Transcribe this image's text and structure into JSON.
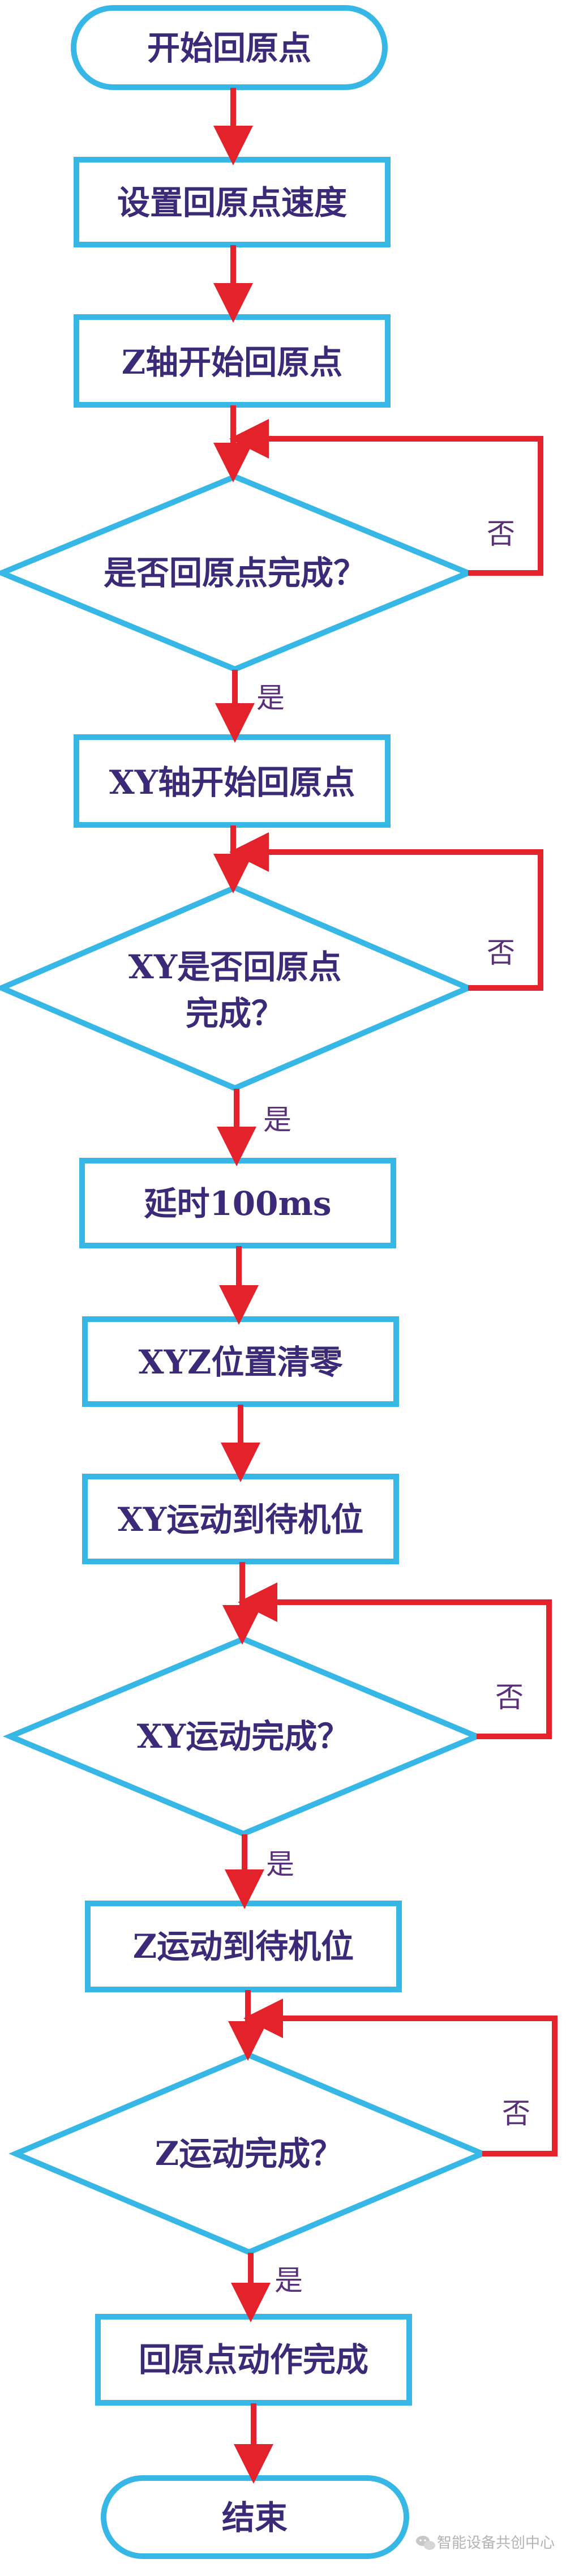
{
  "colors": {
    "box_fill": "#ffffff",
    "box_stroke": "#36b7e6",
    "arrow": "#e3222b",
    "text": "#3a2a78"
  },
  "nodes": {
    "start": "开始回原点",
    "set_speed": "设置回原点速度",
    "z_home": "Z轴开始回原点",
    "q_home_done": "是否回原点完成？",
    "xy_home": "XY轴开始回原点",
    "q_xy_home_done_line1": "XY是否回原点",
    "q_xy_home_done_line2": "完成？",
    "delay": "延时100ms",
    "xyz_zero": "XYZ位置清零",
    "xy_move": "XY运动到待机位",
    "q_xy_move_done": "XY运动完成？",
    "z_move": "Z运动到待机位",
    "q_z_move_done": "Z运动完成？",
    "finish_action": "回原点动作完成",
    "end": "结束"
  },
  "labels": {
    "yes": "是",
    "no": "否"
  },
  "watermark": {
    "text": "智能设备共创中心",
    "icon": "wechat-icon"
  }
}
